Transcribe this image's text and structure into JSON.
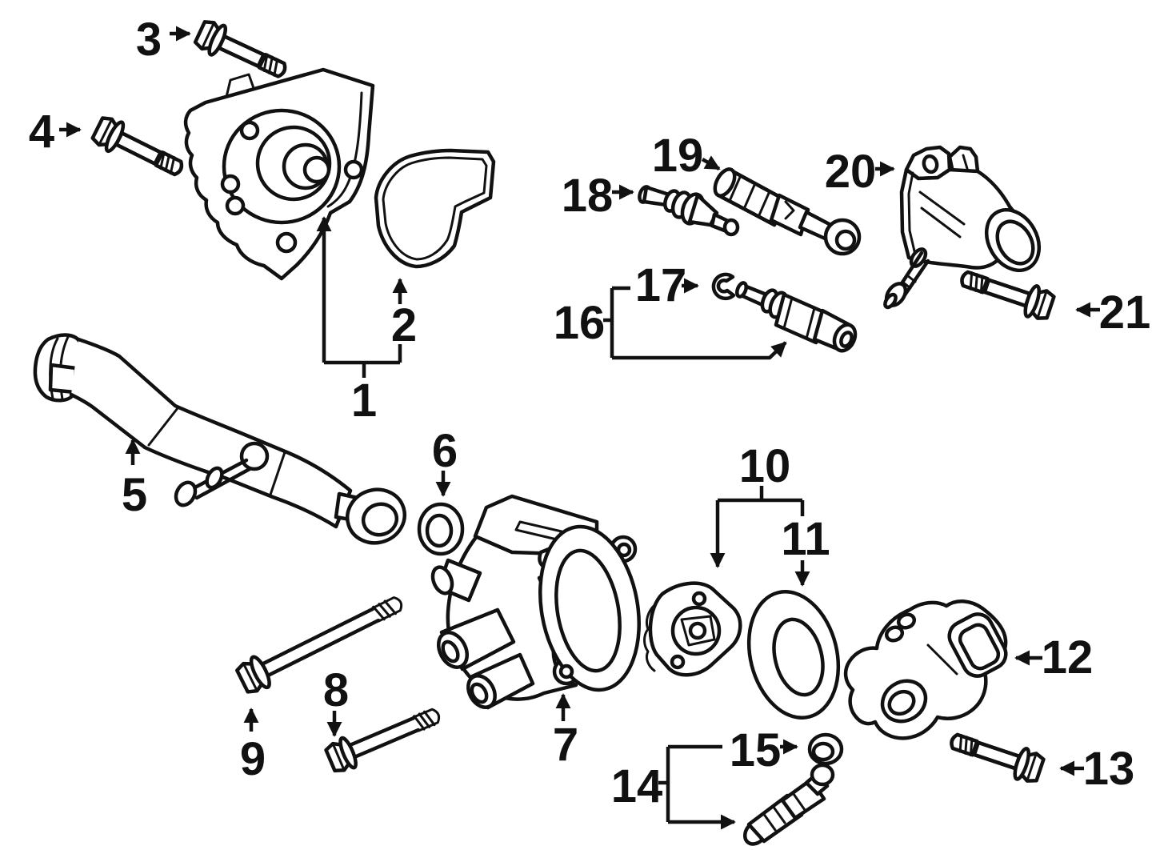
{
  "diagram": {
    "background_color": "#ffffff",
    "line_color": "#111111",
    "type": "exploded-parts-diagram",
    "callouts": [
      {
        "label": "1"
      },
      {
        "label": "2"
      },
      {
        "label": "3"
      },
      {
        "label": "4"
      },
      {
        "label": "5"
      },
      {
        "label": "6"
      },
      {
        "label": "7"
      },
      {
        "label": "8"
      },
      {
        "label": "9"
      },
      {
        "label": "10"
      },
      {
        "label": "11"
      },
      {
        "label": "12"
      },
      {
        "label": "13"
      },
      {
        "label": "14"
      },
      {
        "label": "15"
      },
      {
        "label": "16"
      },
      {
        "label": "17"
      },
      {
        "label": "18"
      },
      {
        "label": "19"
      },
      {
        "label": "20"
      },
      {
        "label": "21"
      }
    ]
  }
}
